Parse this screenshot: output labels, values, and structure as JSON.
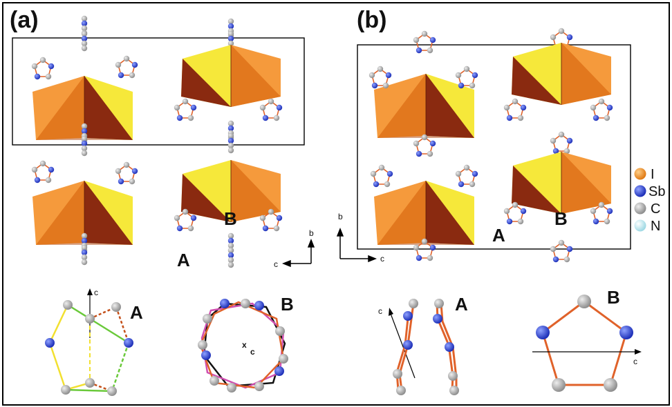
{
  "panels": [
    {
      "label": "(a)"
    },
    {
      "label": "(b)"
    }
  ],
  "site_labels": {
    "A": "A",
    "B": "B"
  },
  "axes": {
    "a_c": "c",
    "a_b": "b",
    "b_b": "b",
    "b_c": "c"
  },
  "detail_labels": {
    "a_A": "A",
    "a_B": "B",
    "a_c_axis": "c",
    "a_x": "x",
    "a_c_center": "c",
    "b_A": "A",
    "b_B": "B",
    "b_c_axis_A": "c",
    "b_c_axis_B": "c"
  },
  "legend": [
    {
      "label": "I",
      "color": "#f28c1e"
    },
    {
      "label": "Sb",
      "color": "#2f47d6"
    },
    {
      "label": "C",
      "color": "#a8a8a8"
    },
    {
      "label": "N",
      "color": "#a8dfe8"
    }
  ],
  "colors": {
    "orange_light": "#f59a3c",
    "orange_mid": "#e2781e",
    "orange_dark": "#b24a12",
    "brown": "#8a2a10",
    "yellow": "#f6e83a",
    "bond": "#e0622a"
  }
}
